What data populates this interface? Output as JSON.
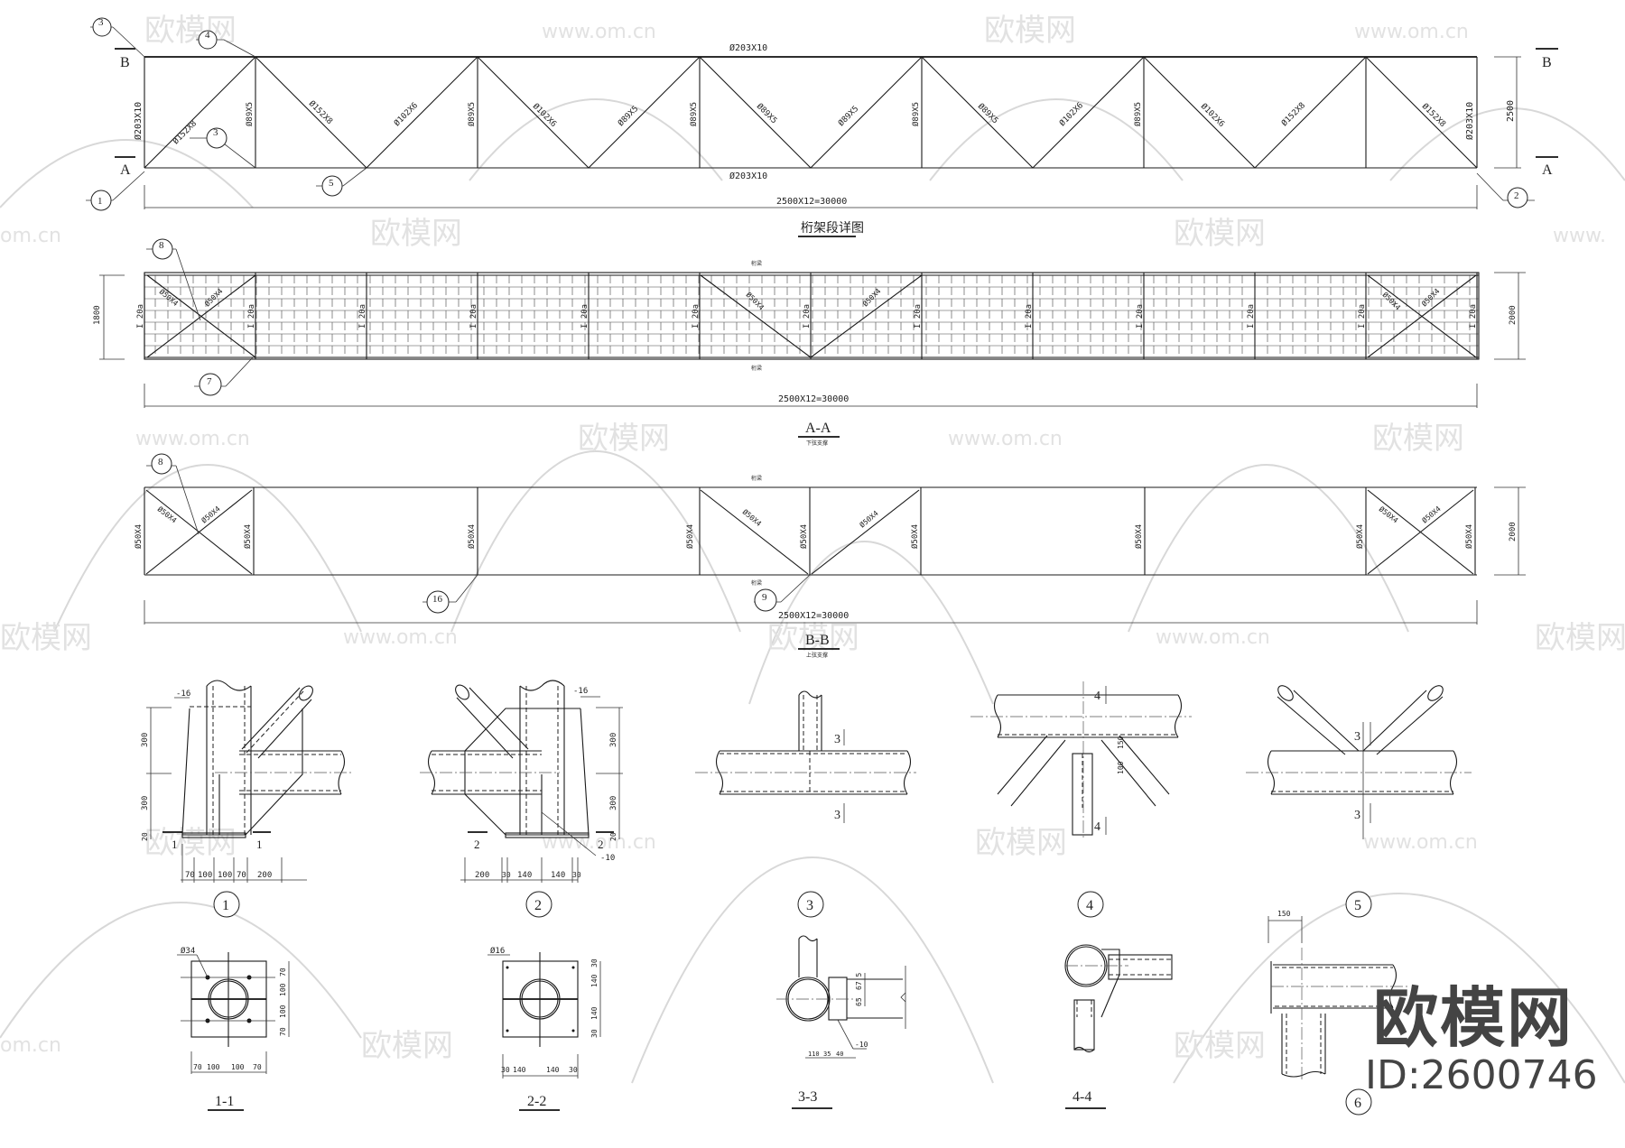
{
  "drawing": {
    "title": "桁架段详图",
    "watermark": {
      "brand": "欧模网",
      "url": "www.om.cn",
      "id_label": "ID:2600746"
    }
  },
  "elevation": {
    "section_marks": [
      "B",
      "A",
      "B",
      "A"
    ],
    "top_chord": "Ø203X10",
    "bottom_chord": "Ø203X10",
    "left_post": "Ø203X10",
    "right_post": "Ø203X10",
    "height_dim": "2500",
    "length_dim": "2500X12=30000",
    "bays": 12,
    "diagonals": [
      "Ø152X8",
      "Ø152X8",
      "Ø102X6",
      "Ø102X6",
      "Ø89X5",
      "Ø89X5",
      "Ø89X5",
      "Ø89X5",
      "Ø102X6",
      "Ø102X6",
      "Ø152X8",
      "Ø152X8"
    ],
    "verticals": [
      "Ø89X5",
      "Ø89X5",
      "Ø89X5",
      "Ø89X5",
      "Ø89X5"
    ],
    "callouts": [
      "3",
      "4",
      "3",
      "1",
      "5",
      "2"
    ]
  },
  "section_aa": {
    "title": "A-A",
    "subtitle": "下弦支撑",
    "chord_label_top": "桁梁",
    "chord_label_bottom": "桁梁",
    "width_dim_left": "1800",
    "width_dim_right": "2000",
    "length_dim": "2500X12=30000",
    "beam_label": "I 20a",
    "brace_label": "Ø50X4",
    "callouts": [
      "8",
      "7"
    ]
  },
  "section_bb": {
    "title": "B-B",
    "subtitle": "上弦支撑",
    "chord_label_top": "桁梁",
    "chord_label_bottom": "桁梁",
    "width_dim": "2000",
    "length_dim": "2500X12=30000",
    "strut_label": "Ø50X4",
    "brace_label": "Ø50X4",
    "callouts": [
      "8",
      "16",
      "9"
    ]
  },
  "details": {
    "d1": {
      "num": "1",
      "plate": "-16",
      "dims_v": [
        "300",
        "300",
        "20"
      ],
      "dims_h": [
        "70",
        "100",
        "100",
        "70",
        "200"
      ],
      "cut": "1"
    },
    "d2": {
      "num": "2",
      "plate": "-16",
      "plate2": "-10",
      "dims_v": [
        "300",
        "300",
        "20"
      ],
      "dims_h": [
        "200",
        "30",
        "140",
        "140",
        "30"
      ],
      "cut": "2"
    },
    "d3": {
      "num": "3",
      "cut": "3"
    },
    "d4": {
      "num": "4",
      "cut": "4",
      "dims": [
        "150",
        "100"
      ]
    },
    "d5": {
      "num": "5",
      "cut": "3"
    },
    "d6": {
      "num": "6",
      "dim": "150"
    }
  },
  "sections": {
    "s11": {
      "title": "1-1",
      "bolt": "Ø34",
      "dims_h": [
        "70",
        "100",
        "100",
        "70"
      ],
      "dims_v": [
        "70",
        "100",
        "100",
        "70"
      ]
    },
    "s22": {
      "title": "2-2",
      "bolt": "Ø16",
      "dims_h": [
        "30",
        "140",
        "140",
        "30"
      ],
      "dims_v": [
        "30",
        "140",
        "140",
        "30"
      ]
    },
    "s33": {
      "title": "3-3",
      "plate": "-10",
      "dims_v": [
        "67.5",
        "65"
      ],
      "dims_h": [
        "110",
        "35",
        "40"
      ]
    },
    "s44": {
      "title": "4-4"
    }
  }
}
